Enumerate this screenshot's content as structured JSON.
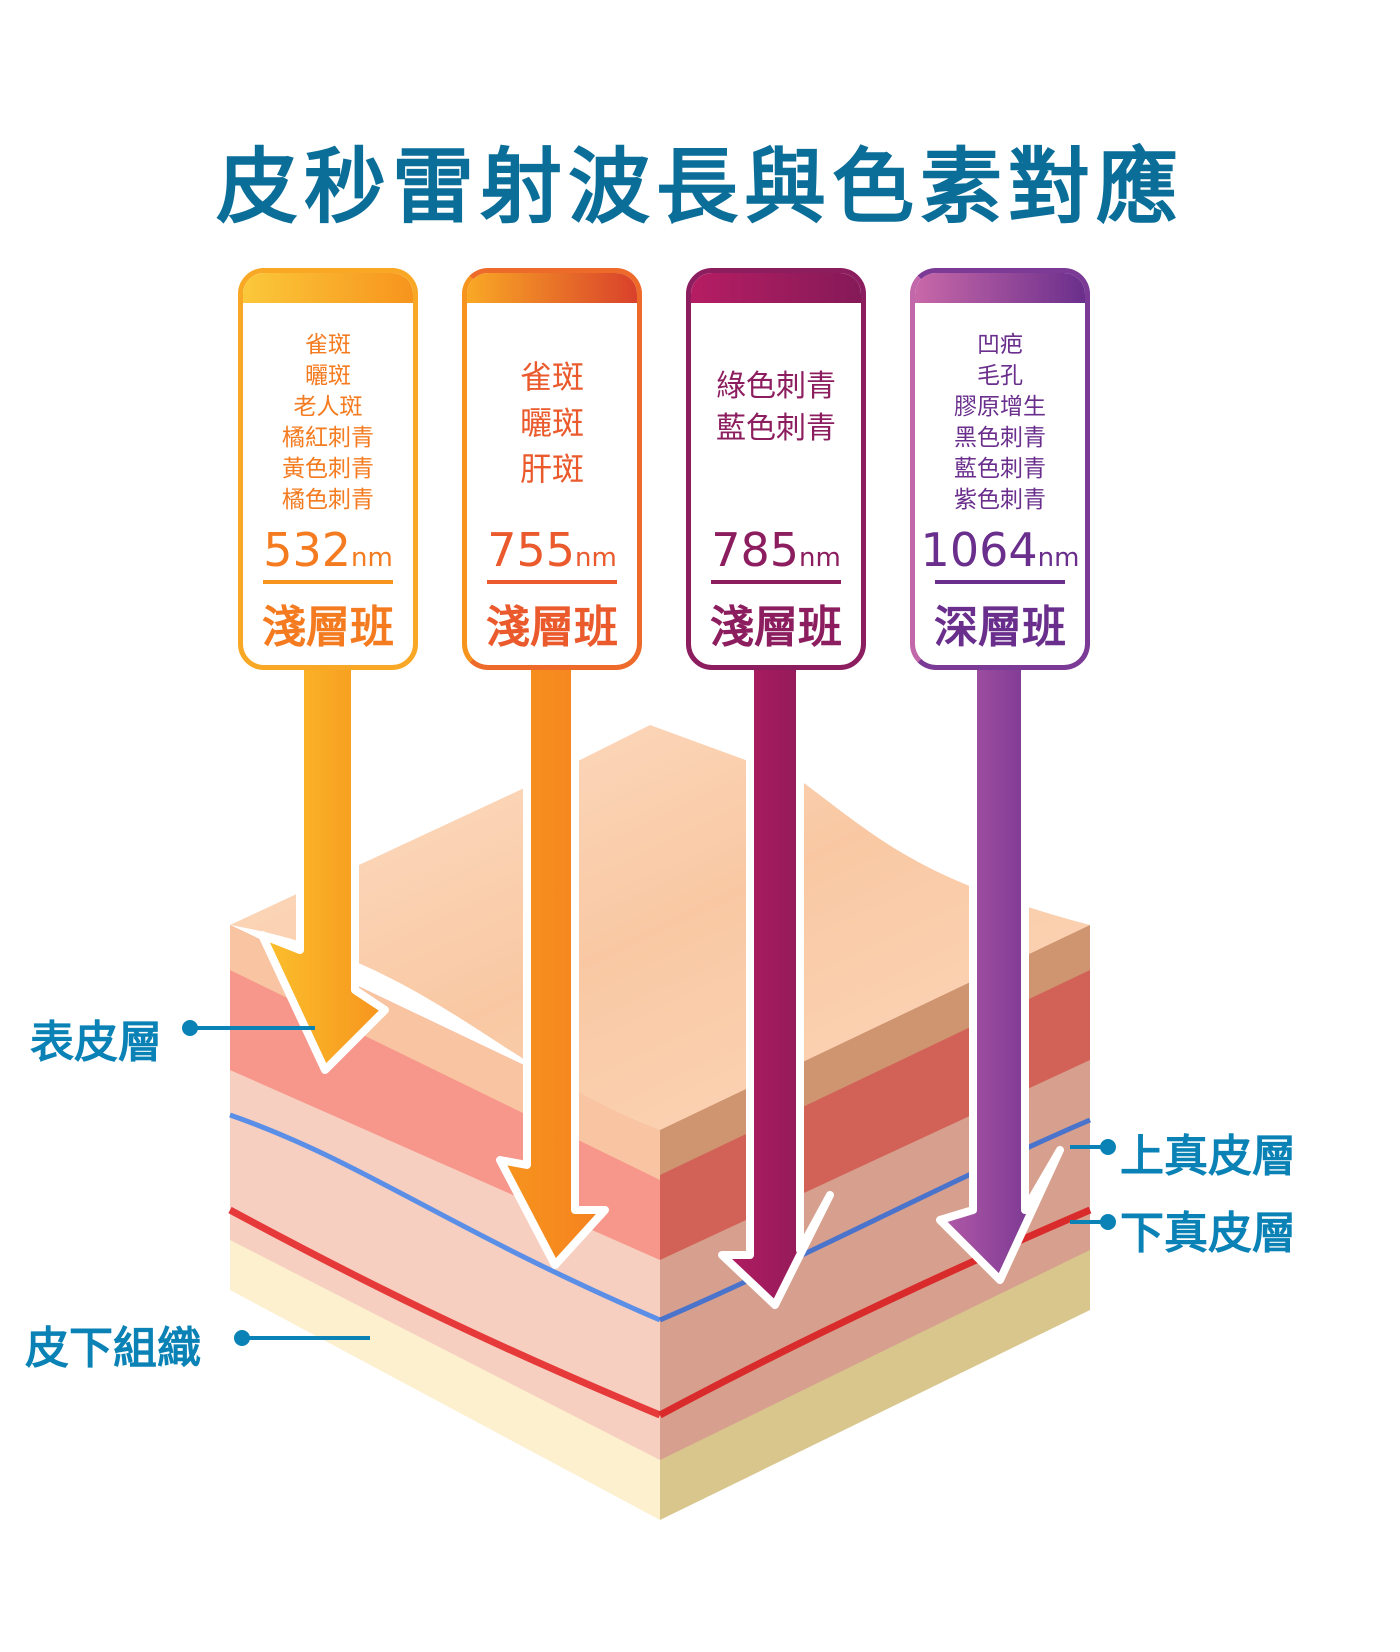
{
  "title": "皮秒雷射波長與色素對應",
  "cards": [
    {
      "items": [
        "雀斑",
        "曬斑",
        "老人斑",
        "橘紅刺青",
        "黃色刺青",
        "橘色刺青"
      ],
      "wavelength": "532",
      "unit": "nm",
      "depth": "淺層班",
      "color": "#f47b20"
    },
    {
      "items": [
        "雀斑",
        "曬斑",
        "肝斑"
      ],
      "wavelength": "755",
      "unit": "nm",
      "depth": "淺層班",
      "color": "#ea5a2c"
    },
    {
      "items": [
        "綠色刺青",
        "藍色刺青"
      ],
      "wavelength": "785",
      "unit": "nm",
      "depth": "淺層班",
      "color": "#8c1d5f"
    },
    {
      "items": [
        "凹疤",
        "毛孔",
        "膠原增生",
        "黑色刺青",
        "藍色刺青",
        "紫色刺青"
      ],
      "wavelength": "1064",
      "unit": "nm",
      "depth": "深層班",
      "color": "#6a2f8c"
    }
  ],
  "layers": {
    "epidermis": "表皮層",
    "upper_dermis": "上真皮層",
    "lower_dermis": "下真皮層",
    "subcutaneous": "皮下組織"
  },
  "label_color": "#0a82b5"
}
